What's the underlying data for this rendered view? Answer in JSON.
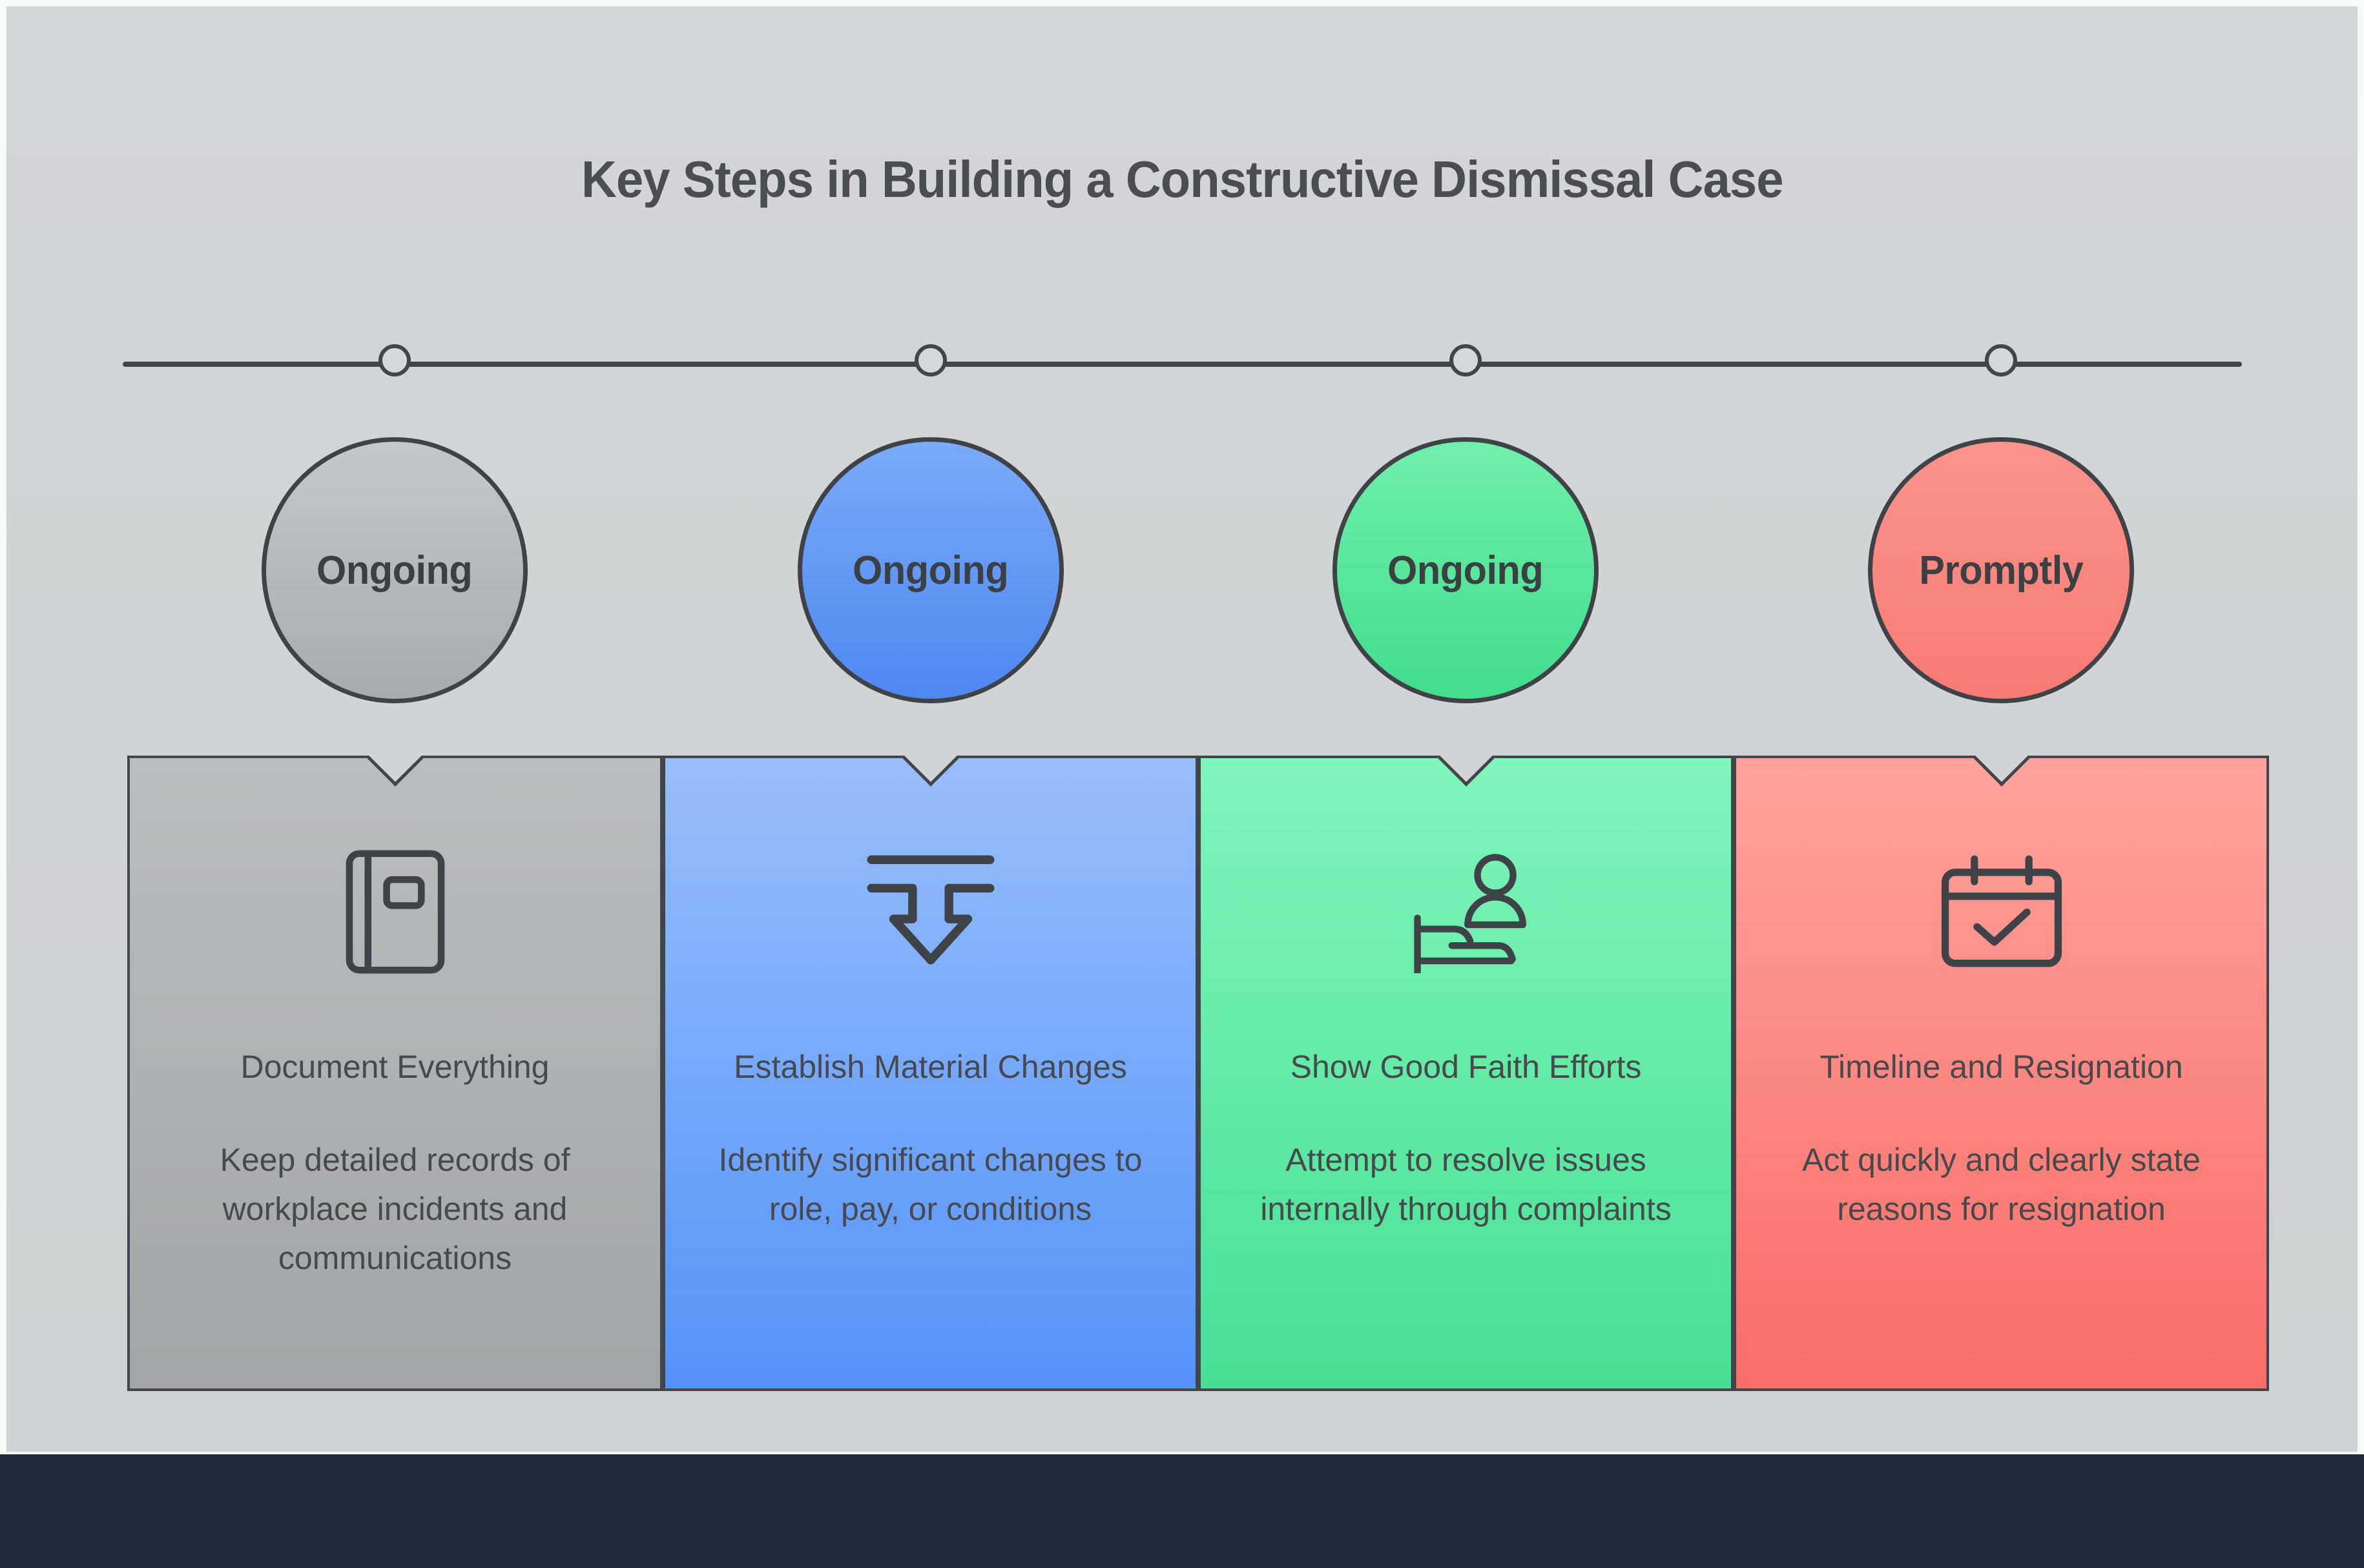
{
  "page": {
    "title": "Key Steps in Building a Constructive Dismissal Case"
  },
  "steps": [
    {
      "badge": "Ongoing",
      "title": "Document Everything",
      "body": "Keep detailed records of workplace incidents and communications",
      "icon": "notebook-icon",
      "theme": "gray"
    },
    {
      "badge": "Ongoing",
      "title": "Establish Material Changes",
      "body": "Identify significant changes to role, pay, or conditions",
      "icon": "arrow-down-icon",
      "theme": "blue"
    },
    {
      "badge": "Ongoing",
      "title": "Show Good Faith Efforts",
      "body": "Attempt to resolve issues internally through complaints",
      "icon": "person-resting-icon",
      "theme": "green"
    },
    {
      "badge": "Promptly",
      "title": "Timeline and Resignation",
      "body": "Act quickly and clearly state reasons for resignation",
      "icon": "calendar-check-icon",
      "theme": "red"
    }
  ],
  "colors": {
    "slide_background": "#d2d3d4",
    "frame": "#f7f8f8",
    "footer": "#1c2a3b",
    "stroke": "#42464a",
    "text": "#47494c",
    "gray_top": "#bcbdbe",
    "gray_bottom": "#a3a4a5",
    "blue_top": "#98befc",
    "blue_bottom": "#5393fa",
    "green_top": "#7ff6ba",
    "green_bottom": "#47df93",
    "red_top": "#ffa39c",
    "red_bottom": "#fa6c67"
  }
}
